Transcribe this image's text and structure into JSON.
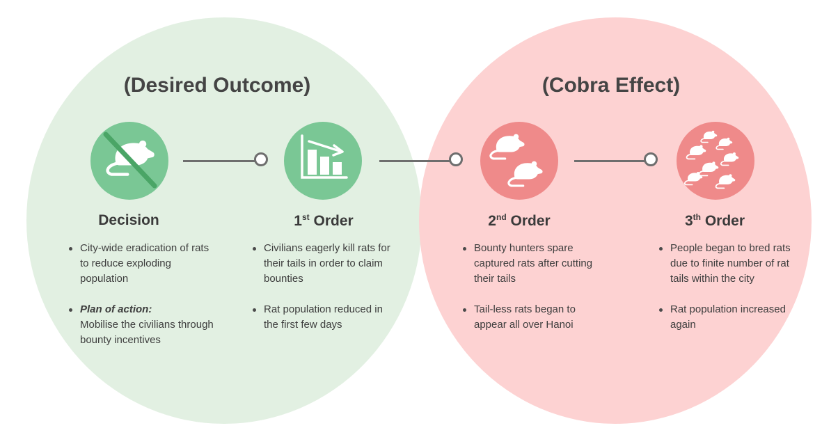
{
  "sections": [
    {
      "heading": "(Desired Outcome)",
      "color": "#e2f0e2"
    },
    {
      "heading": "(Cobra Effect)",
      "color": "#fdd2d2"
    }
  ],
  "steps": [
    {
      "title": "Decision",
      "icon": "no-rats-icon",
      "bullets": [
        {
          "text": "City-wide eradication of rats to reduce exploding population"
        },
        {
          "lead": "Plan of action:",
          "text": "Mobilise the civilians through bounty incentives"
        }
      ]
    },
    {
      "title_num": "1",
      "title_sup": "st",
      "title_word": "Order",
      "icon": "declining-chart-icon",
      "bullets": [
        {
          "text": "Civilians eagerly kill rats for their tails in order to claim bounties"
        },
        {
          "text": "Rat population reduced in the first few days"
        }
      ]
    },
    {
      "title_num": "2",
      "title_sup": "nd",
      "title_word": "Order",
      "icon": "two-rats-icon",
      "bullets": [
        {
          "text": "Bounty hunters spare captured rats after cutting their tails"
        },
        {
          "text": "Tail-less rats began to appear all over Hanoi"
        }
      ]
    },
    {
      "title_num": "3",
      "title_sup": "th",
      "title_word": "Order",
      "icon": "many-rats-icon",
      "bullets": [
        {
          "text": "People began to bred rats due to finite number of rat tails within the city"
        },
        {
          "text": "Rat population increased again"
        }
      ]
    }
  ],
  "colors": {
    "green_icon": "#7ac795",
    "red_icon": "#ef8a8a",
    "connector": "#6e6e6e"
  }
}
